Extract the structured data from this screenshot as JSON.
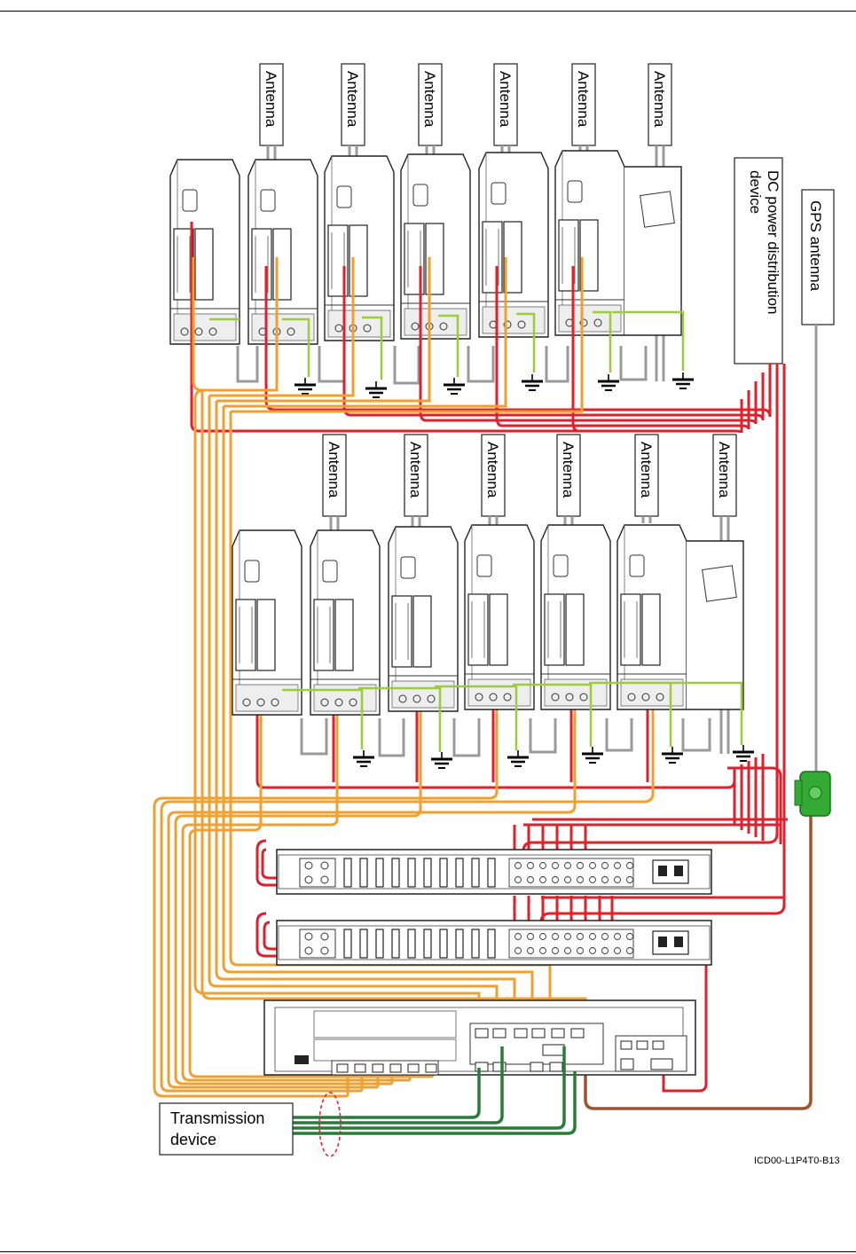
{
  "labels": {
    "antenna": "Antenna",
    "dc_power_line1": "DC power distribution",
    "dc_power_line2": "device",
    "gps_antenna": "GPS antenna",
    "transmission_line1": "Transmission",
    "transmission_line2": "device",
    "figure_id": "ICD00-L1P4T0-B13"
  },
  "colors": {
    "power_cable": "#e0202a",
    "fiber_cable": "#f0a030",
    "ground_cable": "#9ccc3c",
    "transmission_cable": "#2a7a3a",
    "gps_cable": "#a0522d",
    "feeder": "#9a9a9a",
    "surge_protector": "#33aa33"
  }
}
